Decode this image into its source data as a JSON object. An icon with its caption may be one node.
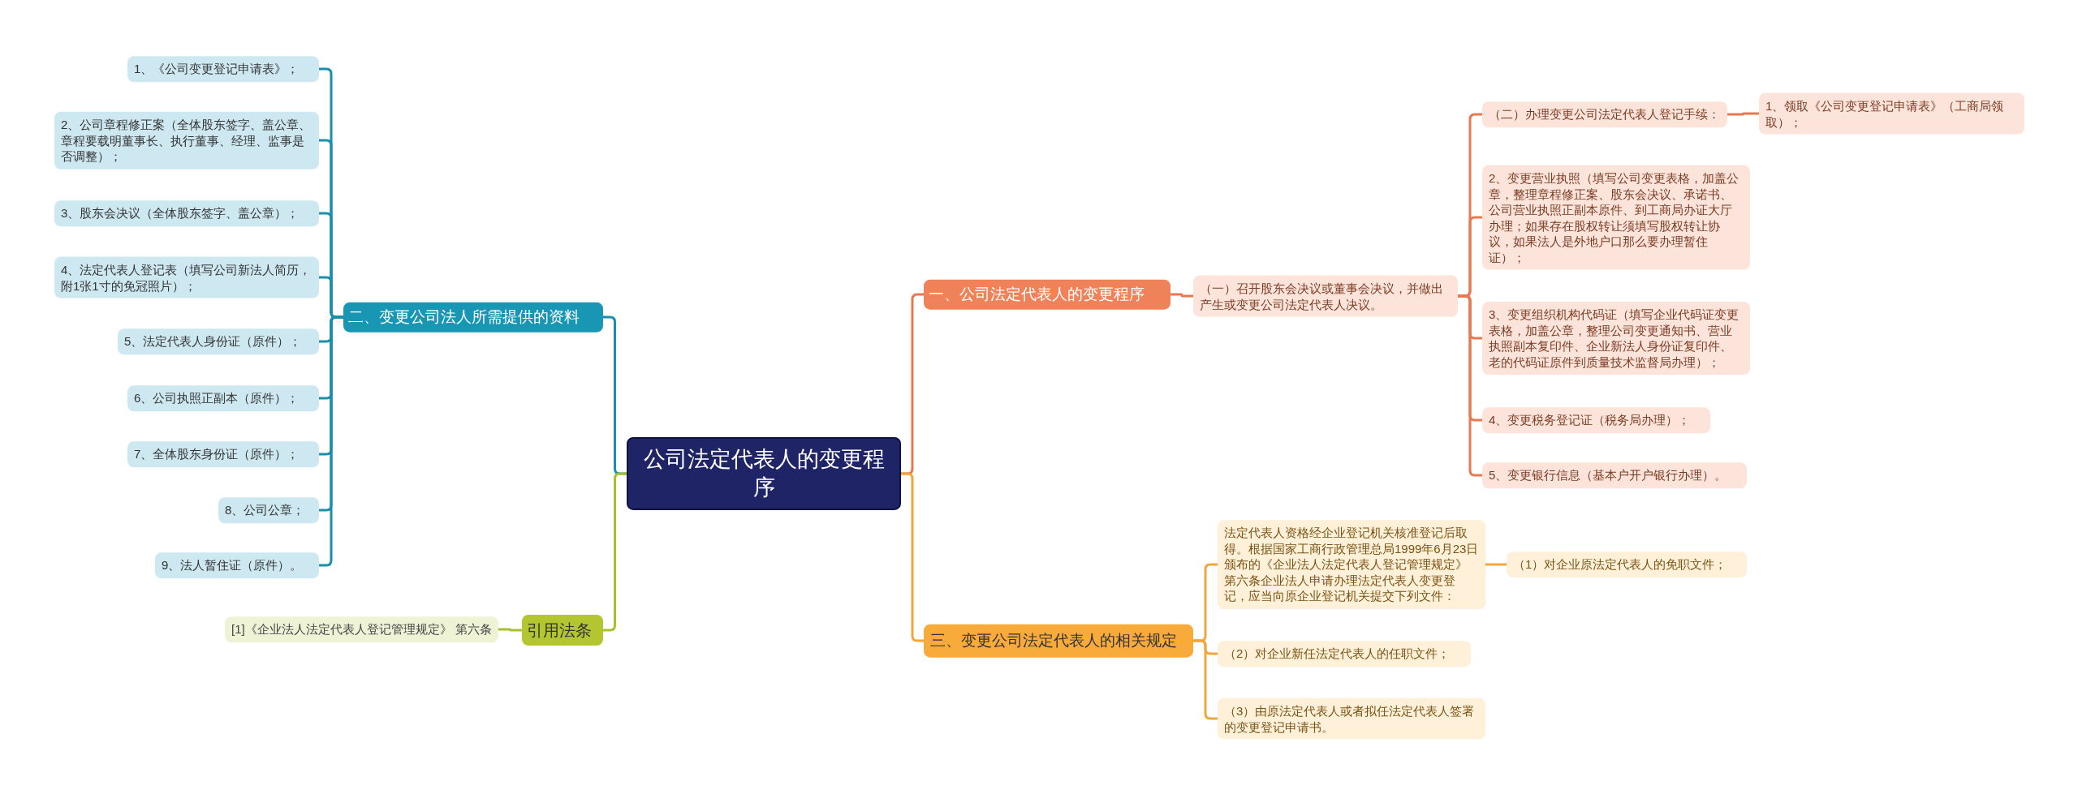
{
  "diagram": {
    "nodes": [
      {
        "text": [
          "公司法定代表人的变更程序"
        ]
      },
      {
        "text": [
          "一、公司法定代表人的变更程序"
        ]
      },
      {
        "text": [
          "（一）召开股东会决议或董事会决议，并做出产生或变更公司法定代表人决议。"
        ]
      },
      {
        "text": [
          "（二）办理变更公司法定代表人登记手续："
        ]
      },
      {
        "text": [
          "1、领取《公司变更登记申请表》（工商局领取）；"
        ]
      },
      {
        "text": [
          "2、变更营业执照（填写公司变更表格，加盖公章，整理章程修正案、股东会决议、承诺书、公司营业执照正副本原件、到工商局办证大厅办理；如果存在股权转让须填写股权转让协议，如果法人是外地户口那么要办理暂住证）；"
        ]
      },
      {
        "text": [
          "3、变更组织机构代码证（填写企业代码证变更表格，加盖公章，整理公司变更通知书、营业执照副本复印件、企业新法人身份证复印件、老的代码证原件到质量技术监督局办理）；"
        ]
      },
      {
        "text": [
          "4、变更税务登记证（税务局办理）；"
        ]
      },
      {
        "text": [
          "5、变更银行信息（基本户开户银行办理）。"
        ]
      },
      {
        "text": [
          "三、变更公司法定代表人的相关规定"
        ]
      },
      {
        "text": [
          "法定代表人资格经企业登记机关核准登记后取得。根据国家工商行政管理总局1999年6月23日颁布的《企业法人法定代表人登记管理规定》第六条企业法人申请办理法定代表人变更登记，应当向原企业登记机关提交下列文件："
        ]
      },
      {
        "text": [
          "（1）对企业原法定代表人的免职文件；"
        ]
      },
      {
        "text": [
          "（2）对企业新任法定代表人的任职文件；"
        ]
      },
      {
        "text": [
          "（3）由原法定代表人或者拟任法定代表人签署的变更登记申请书。"
        ]
      },
      {
        "text": [
          "二、变更公司法人所需提供的资料"
        ]
      },
      {
        "text": [
          "1、《公司变更登记申请表》；"
        ]
      },
      {
        "text": [
          "2、公司章程修正案（全体股东签字、盖公章、章程要载明董事长、执行董事、经理、监事是否调整）；"
        ]
      },
      {
        "text": [
          "3、股东会决议（全体股东签字、盖公章）；"
        ]
      },
      {
        "text": [
          "4、法定代表人登记表（填写公司新法人简历，附1张1寸的免冠照片）；"
        ]
      },
      {
        "text": [
          "5、法定代表人身份证（原件）；"
        ]
      },
      {
        "text": [
          "6、公司执照正副本（原件）；"
        ]
      },
      {
        "text": [
          "7、全体股东身份证（原件）；"
        ]
      },
      {
        "text": [
          "8、公司公章；"
        ]
      },
      {
        "text": [
          "9、法人暂住证（原件）。"
        ]
      },
      {
        "text": [
          "引用法条"
        ]
      },
      {
        "text": [
          "[1]《企业法人法定代表人登记管理规定》 第六条"
        ]
      }
    ],
    "edges": [
      {
        "from": 0,
        "to": 1,
        "arrow": "none",
        "color": "#e8784f"
      },
      {
        "from": 1,
        "to": 2,
        "arrow": "none",
        "color": "#e8784f"
      },
      {
        "from": 2,
        "to": 3,
        "arrow": "none",
        "color": "#e8784f"
      },
      {
        "from": 3,
        "to": 4,
        "arrow": "none",
        "color": "#e8784f"
      },
      {
        "from": 2,
        "to": 5,
        "arrow": "none",
        "color": "#e8784f"
      },
      {
        "from": 2,
        "to": 6,
        "arrow": "none",
        "color": "#e8784f"
      },
      {
        "from": 2,
        "to": 7,
        "arrow": "none",
        "color": "#e8784f"
      },
      {
        "from": 2,
        "to": 8,
        "arrow": "none",
        "color": "#e8784f"
      },
      {
        "from": 0,
        "to": 9,
        "arrow": "none",
        "color": "#f2a53a"
      },
      {
        "from": 9,
        "to": 10,
        "arrow": "none",
        "color": "#f2a53a"
      },
      {
        "from": 10,
        "to": 11,
        "arrow": "none",
        "color": "#f2a53a"
      },
      {
        "from": 9,
        "to": 12,
        "arrow": "none",
        "color": "#f2a53a"
      },
      {
        "from": 9,
        "to": 13,
        "arrow": "none",
        "color": "#f2a53a"
      },
      {
        "from": 0,
        "to": 14,
        "arrow": "none",
        "color": "#1a8fab"
      },
      {
        "from": 14,
        "to": 15,
        "arrow": "none",
        "color": "#1a8fab"
      },
      {
        "from": 14,
        "to": 16,
        "arrow": "none",
        "color": "#1a8fab"
      },
      {
        "from": 14,
        "to": 17,
        "arrow": "none",
        "color": "#1a8fab"
      },
      {
        "from": 14,
        "to": 18,
        "arrow": "none",
        "color": "#1a8fab"
      },
      {
        "from": 14,
        "to": 19,
        "arrow": "none",
        "color": "#1a8fab"
      },
      {
        "from": 14,
        "to": 20,
        "arrow": "none",
        "color": "#1a8fab"
      },
      {
        "from": 14,
        "to": 21,
        "arrow": "none",
        "color": "#1a8fab"
      },
      {
        "from": 14,
        "to": 22,
        "arrow": "none",
        "color": "#1a8fab"
      },
      {
        "from": 14,
        "to": 23,
        "arrow": "none",
        "color": "#1a8fab"
      },
      {
        "from": 0,
        "to": 24,
        "arrow": "none",
        "color": "#a9bf2e"
      },
      {
        "from": 24,
        "to": 25,
        "arrow": "none",
        "color": "#a9bf2e"
      }
    ]
  }
}
